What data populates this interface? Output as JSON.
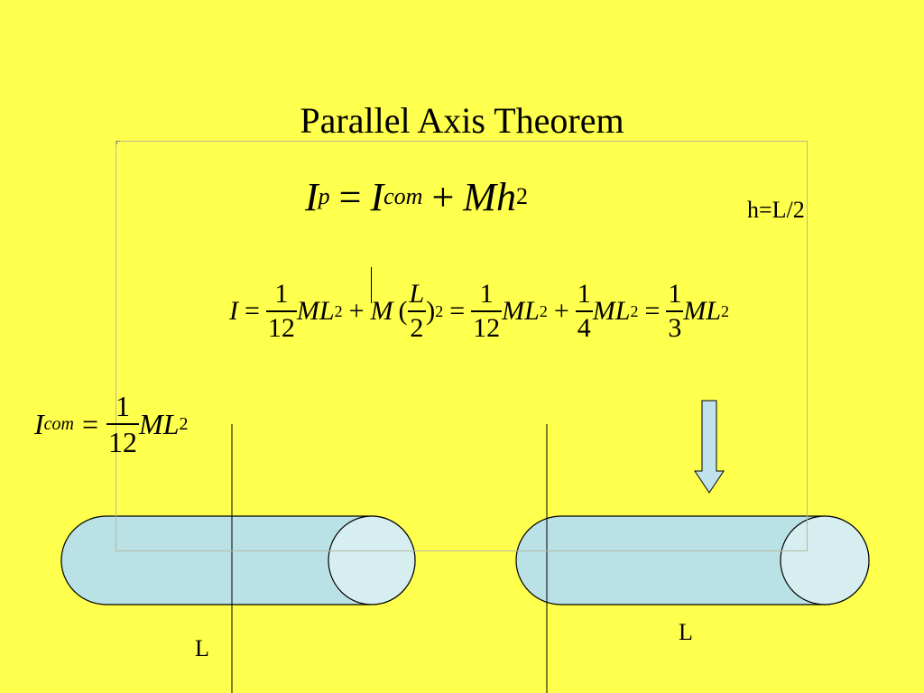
{
  "slide": {
    "title": "Parallel Axis Theorem",
    "background_color": "#ffff4d"
  },
  "formula_parallel": {
    "I": "I",
    "p": "p",
    "eq": "=",
    "com": "com",
    "plus": "+",
    "Mh": "Mh",
    "exp": "2"
  },
  "h_definition": "h=L/2",
  "derivation": {
    "I": "I",
    "eq1": "=",
    "f1_num": "1",
    "f1_den": "12",
    "ML_1": "ML",
    "exp_1": "2",
    "plus1": "+",
    "M": "M",
    "lparen": "(",
    "f2_num": "L",
    "f2_den": "2",
    "rparen": ")",
    "exp_2": "2",
    "eq2": "=",
    "f3_num": "1",
    "f3_den": "12",
    "ML_2": "ML",
    "exp_3": "2",
    "plus2": "+",
    "f4_num": "1",
    "f4_den": "4",
    "ML_3": "ML",
    "exp_4": "2",
    "eq3": "=",
    "f5_num": "1",
    "f5_den": "3",
    "ML_4": "ML",
    "exp_5": "2"
  },
  "formula_icom": {
    "I": "I",
    "com": "com",
    "eq": "=",
    "f_num": "1",
    "f_den": "12",
    "ML": "ML",
    "exp": "2"
  },
  "rod_labels": {
    "left": "L",
    "right": "L"
  },
  "colors": {
    "rod_fill": "#b9e1e6",
    "rod_end_fill": "#d6eef0",
    "arrow_fill": "#c0e2ec",
    "stroke": "#000000"
  }
}
